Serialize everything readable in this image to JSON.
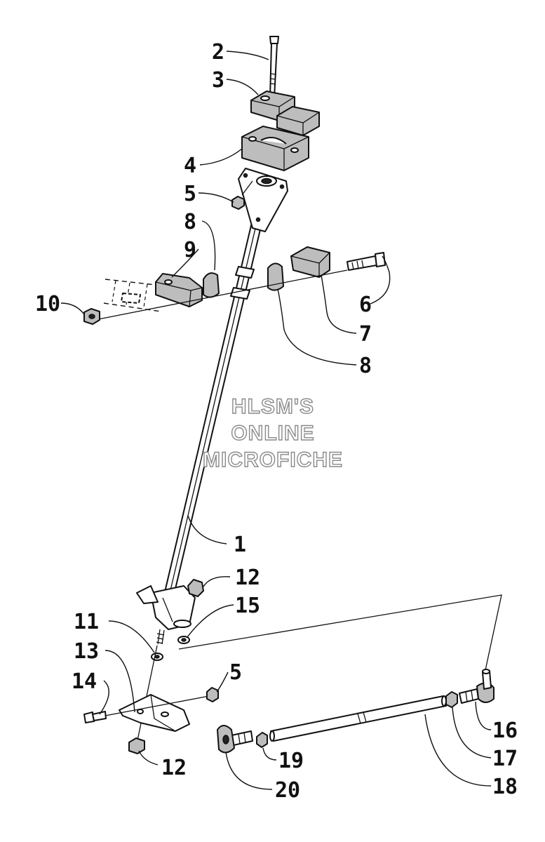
{
  "watermark": {
    "lines": [
      "HLSM'S",
      "ONLINE",
      "MICROFICHE"
    ]
  },
  "callouts": [
    {
      "id": "c1",
      "label": "1"
    },
    {
      "id": "c2",
      "label": "2"
    },
    {
      "id": "c3",
      "label": "3"
    },
    {
      "id": "c4",
      "label": "4"
    },
    {
      "id": "c5a",
      "label": "5"
    },
    {
      "id": "c5b",
      "label": "5"
    },
    {
      "id": "c6",
      "label": "6"
    },
    {
      "id": "c7",
      "label": "7"
    },
    {
      "id": "c8a",
      "label": "8"
    },
    {
      "id": "c8b",
      "label": "8"
    },
    {
      "id": "c9",
      "label": "9"
    },
    {
      "id": "c10",
      "label": "10"
    },
    {
      "id": "c11",
      "label": "11"
    },
    {
      "id": "c12a",
      "label": "12"
    },
    {
      "id": "c12b",
      "label": "12"
    },
    {
      "id": "c13",
      "label": "13"
    },
    {
      "id": "c14",
      "label": "14"
    },
    {
      "id": "c15",
      "label": "15"
    },
    {
      "id": "c16",
      "label": "16"
    },
    {
      "id": "c17",
      "label": "17"
    },
    {
      "id": "c18",
      "label": "18"
    },
    {
      "id": "c19",
      "label": "19"
    },
    {
      "id": "c20",
      "label": "20"
    }
  ]
}
